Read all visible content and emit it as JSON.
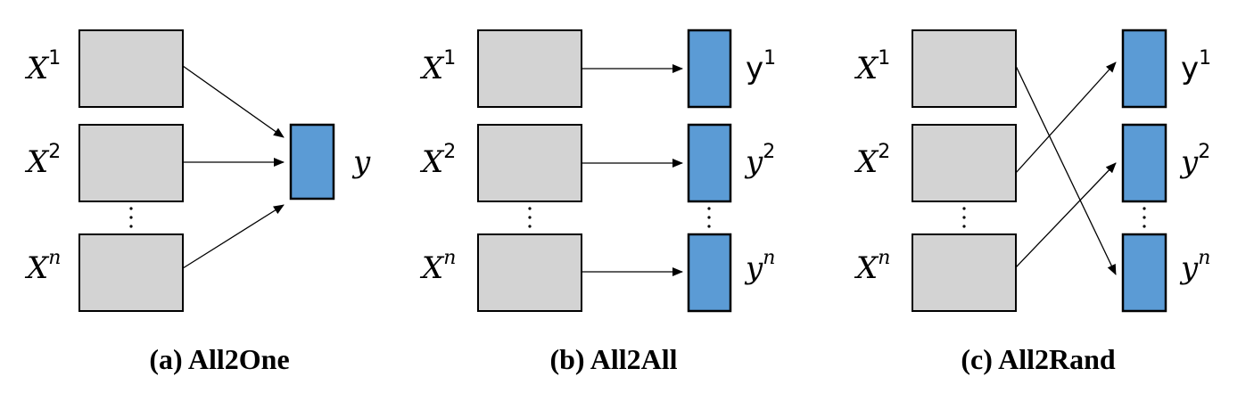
{
  "panels": [
    {
      "caption": "(a) All2One",
      "inputs": [
        {
          "base": "X",
          "sup": "1"
        },
        {
          "base": "X",
          "sup": "2"
        },
        {
          "base": "X",
          "sup": "n"
        }
      ],
      "outputs": [
        {
          "base": "y",
          "sup": ""
        }
      ]
    },
    {
      "caption": "(b) All2All",
      "inputs": [
        {
          "base": "X",
          "sup": "1"
        },
        {
          "base": "X",
          "sup": "2"
        },
        {
          "base": "X",
          "sup": "n"
        }
      ],
      "outputs": [
        {
          "base": "y",
          "sup": "1"
        },
        {
          "base": "y",
          "sup": "2"
        },
        {
          "base": "y",
          "sup": "n"
        }
      ]
    },
    {
      "caption": "(c) All2Rand",
      "inputs": [
        {
          "base": "X",
          "sup": "1"
        },
        {
          "base": "X",
          "sup": "2"
        },
        {
          "base": "X",
          "sup": "n"
        }
      ],
      "outputs": [
        {
          "base": "y",
          "sup": "1"
        },
        {
          "base": "y",
          "sup": "2"
        },
        {
          "base": "y",
          "sup": "n"
        }
      ]
    }
  ],
  "colors": {
    "input_box": "#d3d3d3",
    "output_box": "#5b9bd5"
  }
}
